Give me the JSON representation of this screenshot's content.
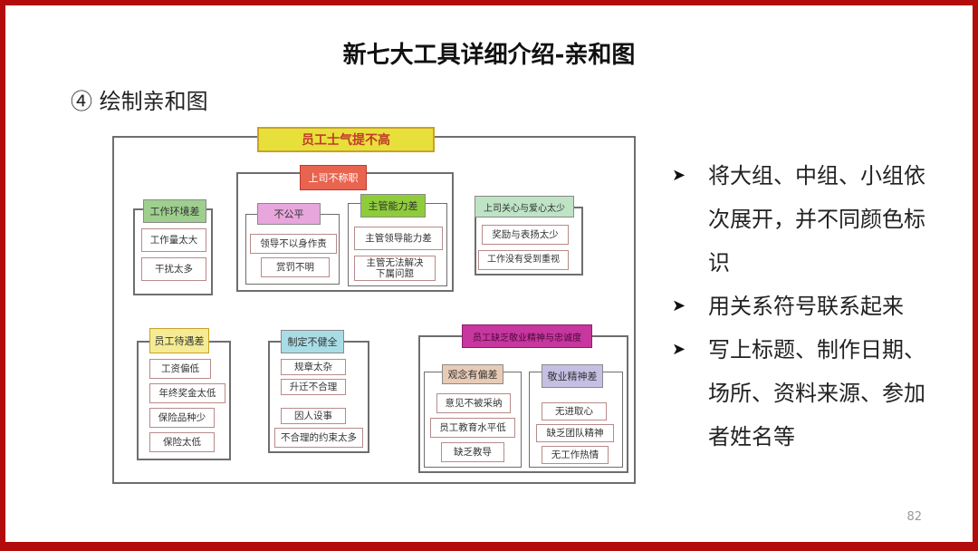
{
  "slide": {
    "title": "新七大工具详细介绍-亲和图",
    "subtitle": "④  绘制亲和图",
    "page_number": "82",
    "frame_color": "#b30c0c"
  },
  "diagram": {
    "root": {
      "label": "员工士气提不高",
      "color": "#e8e03a"
    },
    "groups": [
      {
        "label": "工作环境差",
        "color": "#9ecf8e",
        "items": [
          "工作量太大",
          "干扰太多"
        ]
      },
      {
        "label": "上司不称职",
        "color": "#e8644f",
        "subgroups": [
          {
            "label": "不公平",
            "color": "#e7a6dc",
            "items": [
              "领导不以身作责",
              "赏罚不明"
            ]
          },
          {
            "label": "主管能力差",
            "color": "#8fcc3a",
            "items": [
              "主管领导能力差",
              "主管无法解决下属问题"
            ]
          }
        ]
      },
      {
        "label": "上司关心与爱心太少",
        "color": "#bfe3c5",
        "items": [
          "奖励与表扬太少",
          "工作没有受到重视"
        ]
      },
      {
        "label": "员工待遇差",
        "color": "#f4eb94",
        "items": [
          "工资偏低",
          "年终奖金太低",
          "保险品种少",
          "保险太低"
        ]
      },
      {
        "label": "制定不健全",
        "color": "#a9dde6",
        "items": [
          "规章太杂",
          "升迁不合理",
          "因人设事",
          "不合理的约束太多"
        ]
      },
      {
        "label": "员工缺乏敬业精神与忠诚度",
        "color": "#c8369f",
        "subgroups": [
          {
            "label": "观念有偏差",
            "color": "#e8cbb6",
            "items": [
              "意见不被采纳",
              "员工教育水平低",
              "缺乏教导"
            ]
          },
          {
            "label": "敬业精神差",
            "color": "#c6bfe4",
            "items": [
              "无进取心",
              "缺乏团队精神",
              "无工作热情"
            ]
          }
        ]
      }
    ]
  },
  "bullets": [
    {
      "icon": "arrow-right-icon",
      "text": "将大组、中组、小组依次展开，并不同颜色标识"
    },
    {
      "icon": "arrow-right-icon",
      "text": "用关系符号联系起来"
    },
    {
      "icon": "arrow-right-icon",
      "text": "写上标题、制作日期、场所、资料来源、参加者姓名等"
    }
  ]
}
